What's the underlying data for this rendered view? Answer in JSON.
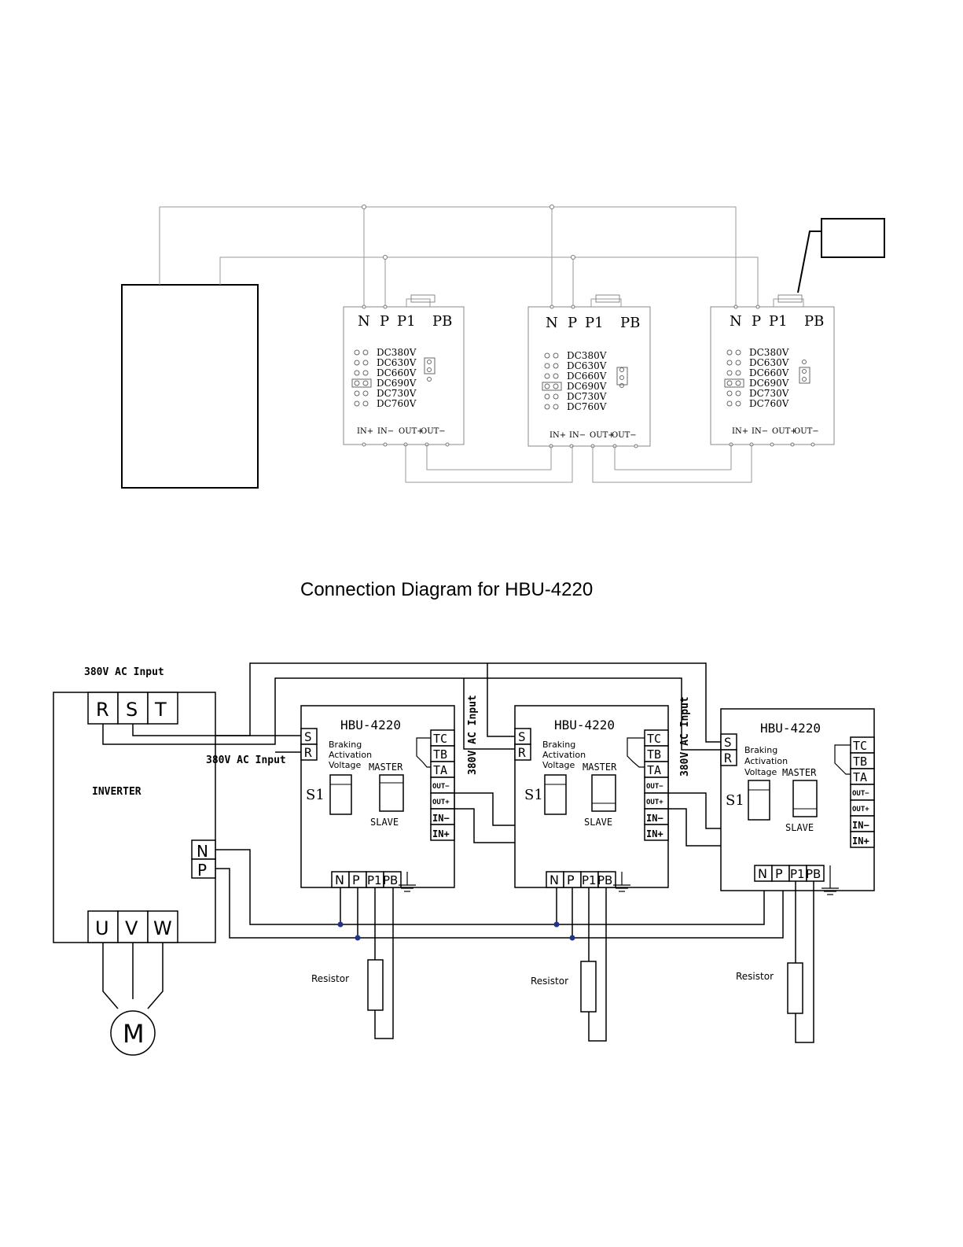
{
  "title": "Connection Diagram for HBU-4220",
  "top_diagram": {
    "units": [
      {
        "terminals_top": [
          "N",
          "P",
          "P1",
          "PB"
        ],
        "voltages": [
          "DC380V",
          "DC630V",
          "DC660V",
          "DC690V",
          "DC730V",
          "DC760V"
        ],
        "terminals_bottom": [
          "IN+",
          "IN−",
          "OUT+",
          "OUT−"
        ]
      },
      {
        "terminals_top": [
          "N",
          "P",
          "P1",
          "PB"
        ],
        "voltages": [
          "DC380V",
          "DC630V",
          "DC660V",
          "DC690V",
          "DC730V",
          "DC760V"
        ],
        "terminals_bottom": [
          "IN+",
          "IN−",
          "OUT+",
          "OUT−"
        ]
      },
      {
        "terminals_top": [
          "N",
          "P",
          "P1",
          "PB"
        ],
        "voltages": [
          "DC380V",
          "DC630V",
          "DC660V",
          "DC690V",
          "DC730V",
          "DC760V"
        ],
        "terminals_bottom": [
          "IN+",
          "IN−",
          "OUT+",
          "OUT−"
        ]
      }
    ]
  },
  "bottom_diagram": {
    "ac_input_label": "380V AC Input",
    "ac_input_label_2": "380V AC Input",
    "ac_input_vertical": "380V AC Input",
    "ac_input_vertical_2": "380V AC Input",
    "inverter_label": "INVERTER",
    "inverter_inputs": [
      "R",
      "S",
      "T"
    ],
    "inverter_outputs": [
      "U",
      "V",
      "W"
    ],
    "inverter_dc": [
      "N",
      "P"
    ],
    "motor_label": "M",
    "units": [
      {
        "model": "HBU-4220",
        "left_terminals": [
          "S",
          "R"
        ],
        "braking_text": [
          "Braking",
          "Activation",
          "Voltage"
        ],
        "s1_label": "S1",
        "master_label": "MASTER",
        "slave_label": "SLAVE",
        "right_terminals": [
          "TC",
          "TB",
          "TA",
          "OUT−",
          "OUT+",
          "IN−",
          "IN+"
        ],
        "bottom_terminals": [
          "N",
          "P",
          "P1",
          "PB"
        ],
        "resistor_label": "Resistor"
      },
      {
        "model": "HBU-4220",
        "left_terminals": [
          "S",
          "R"
        ],
        "braking_text": [
          "Braking",
          "Activation",
          "Voltage"
        ],
        "s1_label": "S1",
        "master_label": "MASTER",
        "slave_label": "SLAVE",
        "right_terminals": [
          "TC",
          "TB",
          "TA",
          "OUT−",
          "OUT+",
          "IN−",
          "IN+"
        ],
        "bottom_terminals": [
          "N",
          "P",
          "P1",
          "PB"
        ],
        "resistor_label": "Resistor"
      },
      {
        "model": "HBU-4220",
        "left_terminals": [
          "S",
          "R"
        ],
        "braking_text": [
          "Braking",
          "Activation",
          "Voltage"
        ],
        "s1_label": "S1",
        "master_label": "MASTER",
        "slave_label": "SLAVE",
        "right_terminals": [
          "TC",
          "TB",
          "TA",
          "OUT−",
          "OUT+",
          "IN−",
          "IN+"
        ],
        "bottom_terminals": [
          "N",
          "P",
          "P1",
          "PB"
        ],
        "resistor_label": "Resistor"
      }
    ]
  }
}
